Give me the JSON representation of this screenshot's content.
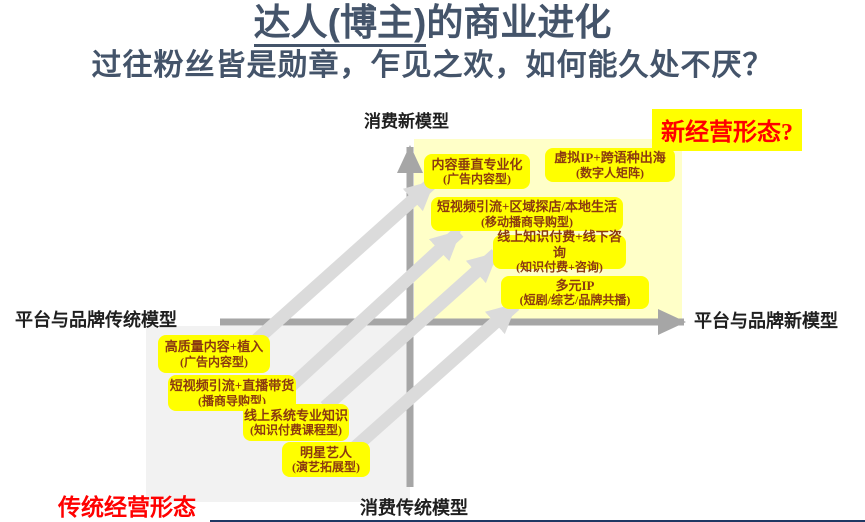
{
  "slide": {
    "title_underlined": "达人(博主)",
    "title_rest": "的商业进化",
    "subtitle": "过往粉丝皆是勋章，乍见之欢，如何能久处不厌？"
  },
  "axis_labels": {
    "top": "消费新模型",
    "bottom": "消费传统模型",
    "left": "平台与品牌传统模型",
    "right": "平台与品牌新模型"
  },
  "annotations": {
    "new_form": "新经营形态?",
    "traditional_form": "传统经营形态"
  },
  "new_boxes": [
    {
      "label": "内容垂直专业化",
      "sublabel": "(广告内容型)"
    },
    {
      "label": "虚拟IP+跨语种出海",
      "sublabel": "(数字人矩阵)"
    },
    {
      "label": "短视频引流+区域探店/本地生活",
      "sublabel": "(移动播商导购型)"
    },
    {
      "label": "线上知识付费+线下咨询",
      "sublabel": "(知识付费+咨询)"
    },
    {
      "label": "多元IP",
      "sublabel": "(短剧/综艺/品牌共播)"
    }
  ],
  "traditional_boxes": [
    {
      "label": "高质量内容+植入",
      "sublabel": "(广告内容型)"
    },
    {
      "label": "短视频引流+直播带货",
      "sublabel": "(播商导购型)"
    },
    {
      "label": "线上系统专业知识",
      "sublabel": "(知识付费课程型)"
    },
    {
      "label": "明星艺人",
      "sublabel": "(演艺拓展型)"
    }
  ],
  "colors": {
    "title_text": "#44546A",
    "highlight_bg": "#FFFF00",
    "annotation_red": "#FF0000",
    "box_text": "#8B3A10",
    "new_quadrant_bg": "#FFFFC8",
    "traditional_quadrant_bg": "#F2F2F2",
    "axis_gray": "#A6A6A6",
    "evolution_arrow_gray": "#DBDBDB",
    "footer_rule": "#1F3864"
  }
}
